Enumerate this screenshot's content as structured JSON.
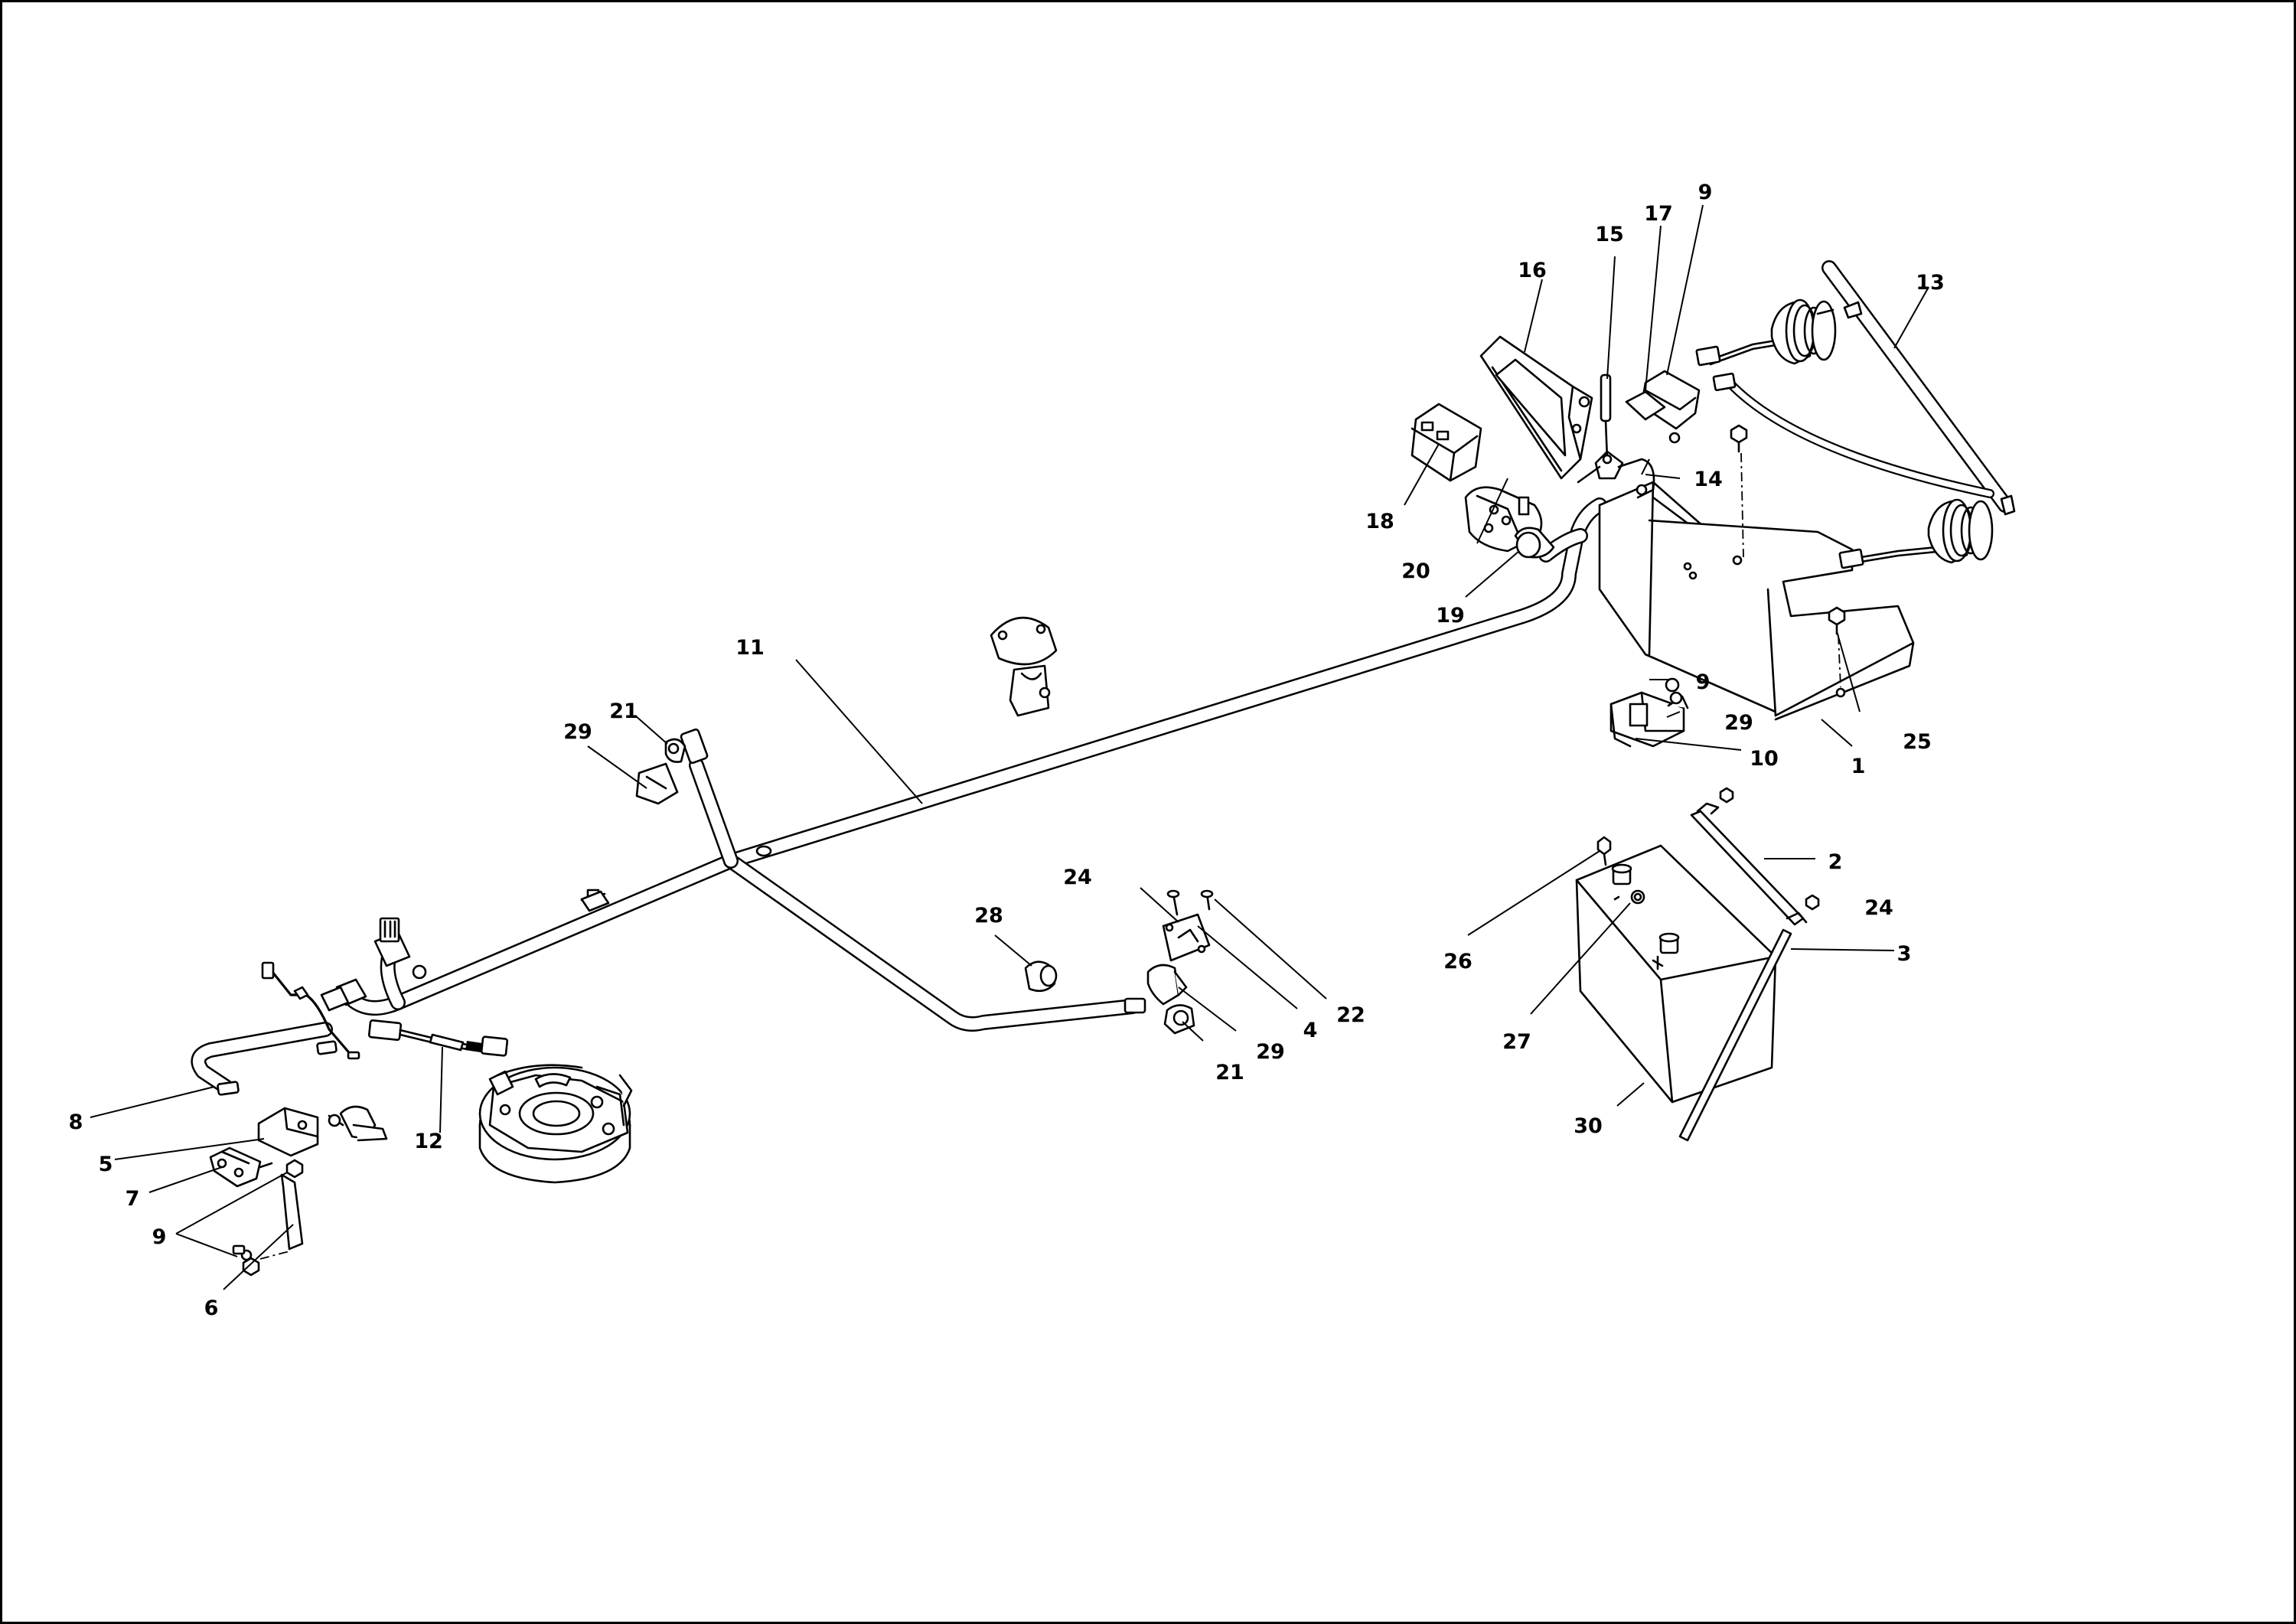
{
  "diagram": {
    "callouts": [
      {
        "id": "c1",
        "text": "1"
      },
      {
        "id": "c2",
        "text": "2"
      },
      {
        "id": "c3",
        "text": "3"
      },
      {
        "id": "c4",
        "text": "4"
      },
      {
        "id": "c5",
        "text": "5"
      },
      {
        "id": "c6",
        "text": "6"
      },
      {
        "id": "c7",
        "text": "7"
      },
      {
        "id": "c8",
        "text": "8"
      },
      {
        "id": "c9a",
        "text": "9"
      },
      {
        "id": "c9b",
        "text": "9"
      },
      {
        "id": "c9c",
        "text": "9"
      },
      {
        "id": "c10",
        "text": "10"
      },
      {
        "id": "c11",
        "text": "11"
      },
      {
        "id": "c12",
        "text": "12"
      },
      {
        "id": "c13",
        "text": "13"
      },
      {
        "id": "c14",
        "text": "14"
      },
      {
        "id": "c15",
        "text": "15"
      },
      {
        "id": "c16",
        "text": "16"
      },
      {
        "id": "c17",
        "text": "17"
      },
      {
        "id": "c18",
        "text": "18"
      },
      {
        "id": "c19",
        "text": "19"
      },
      {
        "id": "c20",
        "text": "20"
      },
      {
        "id": "c21a",
        "text": "21"
      },
      {
        "id": "c21b",
        "text": "21"
      },
      {
        "id": "c22",
        "text": "22"
      },
      {
        "id": "c24a",
        "text": "24"
      },
      {
        "id": "c24b",
        "text": "24"
      },
      {
        "id": "c25",
        "text": "25"
      },
      {
        "id": "c26",
        "text": "26"
      },
      {
        "id": "c27",
        "text": "27"
      },
      {
        "id": "c28",
        "text": "28"
      },
      {
        "id": "c29a",
        "text": "29"
      },
      {
        "id": "c29b",
        "text": "29"
      },
      {
        "id": "c29c",
        "text": "29"
      },
      {
        "id": "c30",
        "text": "30"
      }
    ]
  }
}
